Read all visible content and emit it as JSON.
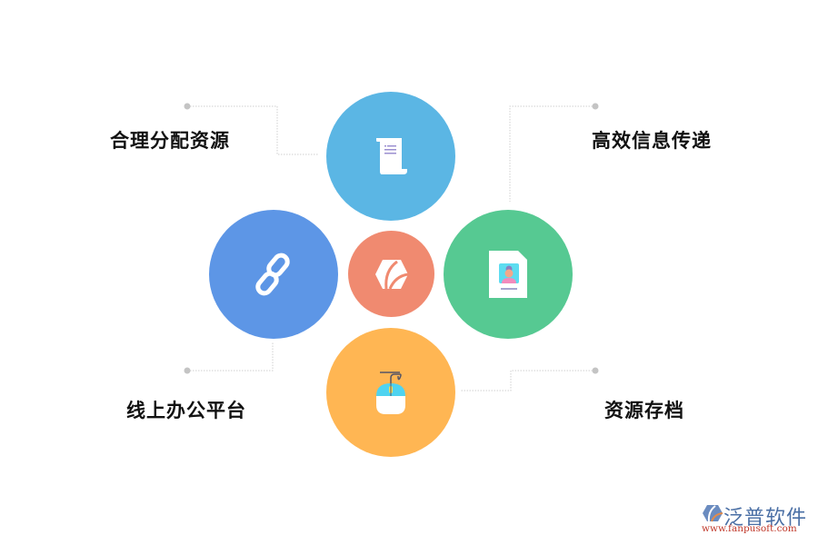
{
  "diagram": {
    "center": {
      "name": "fanpu-logo",
      "color": "#f08a70"
    },
    "nodes": [
      {
        "id": "top",
        "label": "合理分配资源",
        "icon": "scroll-document-icon",
        "color": "#5bb6e4"
      },
      {
        "id": "right",
        "label": "高效信息传递",
        "icon": "profile-document-icon",
        "color": "#56c992"
      },
      {
        "id": "left",
        "label": "线上办公平台",
        "icon": "link-chain-icon",
        "color": "#5d96e6"
      },
      {
        "id": "bottom",
        "label": "资源存档",
        "icon": "mouse-icon",
        "color": "#ffb653"
      }
    ],
    "connector_color": "#cfcfcf",
    "dot_color": "#c4c4c4"
  },
  "watermark": {
    "brand": "泛普软件",
    "url": "www.fanpusoft.com"
  }
}
